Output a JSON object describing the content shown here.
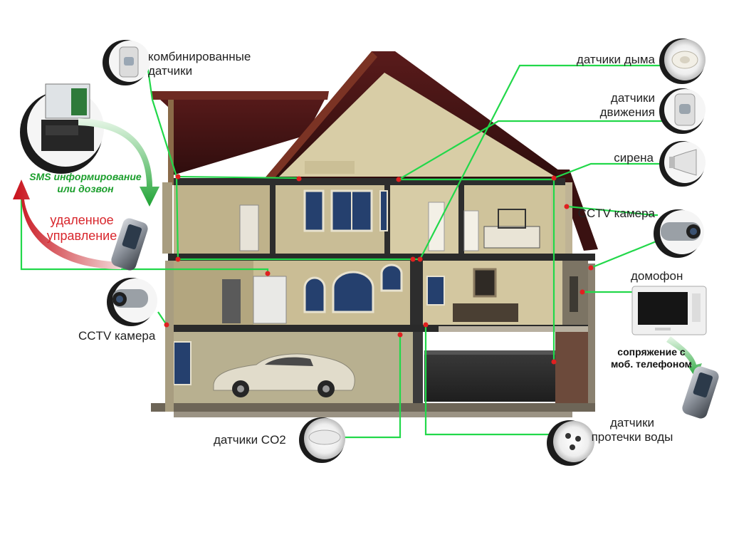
{
  "labels": {
    "combined_sensors": "комбинированные\nдатчики",
    "sms": "SMS информирование\nили дозвон",
    "remote_control": "удаленное\nуправление",
    "cctv_left": "CCTV камера",
    "co2_sensors": "датчики CO2",
    "smoke_sensors": "датчики дыма",
    "motion_sensors": "датчики\nдвижения",
    "siren": "сирена",
    "cctv_right": "CCTV камера",
    "intercom": "домофон",
    "phone_pairing": "сопряжение с\nмоб. телефоном",
    "water_leak_sensors": "датчики\nпротечки воды"
  },
  "icons": [
    "controller-panel-icon",
    "combined-sensor-icon",
    "mobile-phone-icon",
    "cctv-camera-icon",
    "co2-sensor-icon",
    "smoke-sensor-icon",
    "motion-sensor-icon",
    "siren-icon",
    "intercom-screen-icon",
    "water-leak-sensor-icon",
    "car-icon"
  ],
  "colors": {
    "wire": "#22d84a",
    "sensor_dot": "#e02020",
    "sms_text": "#1b9e2c",
    "remote_text": "#d8262c",
    "roof": "#4a1616",
    "wall": "#c9bd96"
  }
}
